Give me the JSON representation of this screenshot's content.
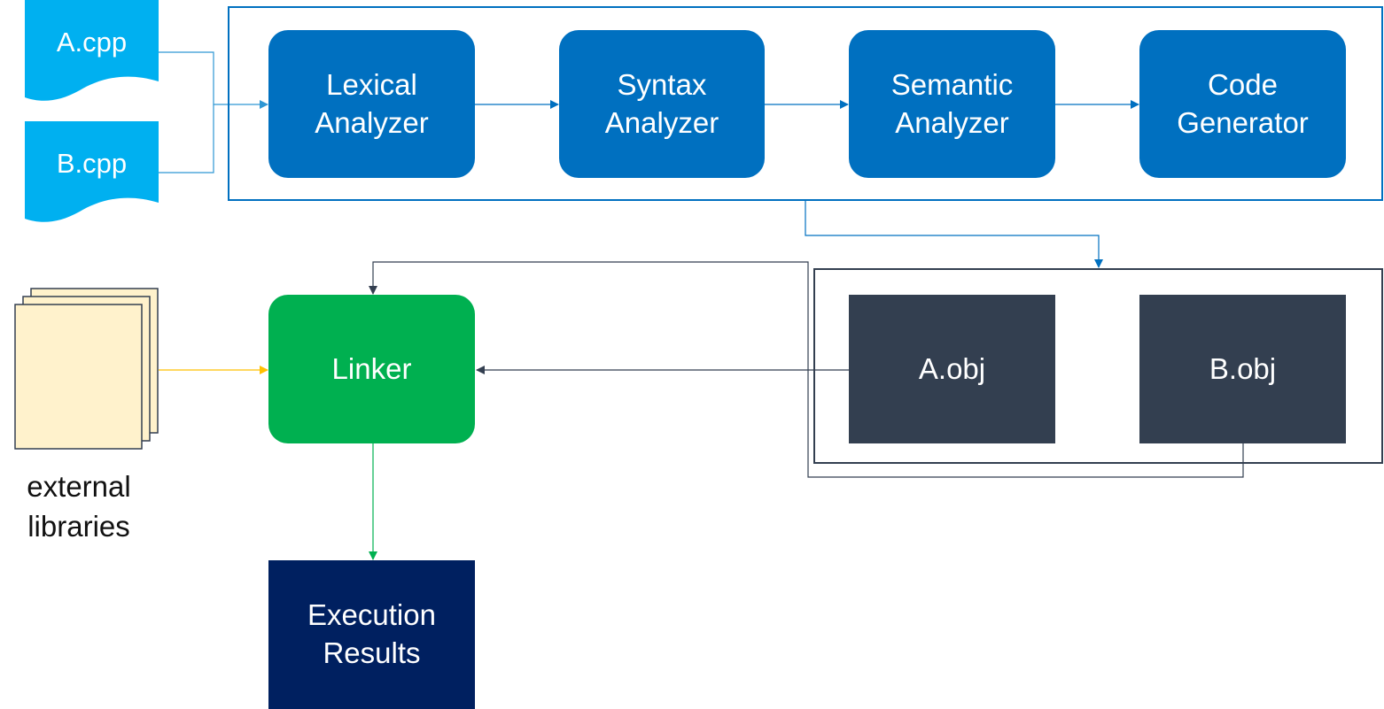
{
  "colors": {
    "source_doc": "#00b0f0",
    "compiler_stage": "#0070c0",
    "linker": "#00b050",
    "object_file": "#333f50",
    "execution_results": "#002060",
    "library_doc_fill": "#fff2cc",
    "compiler_frame": "#0070c0",
    "objects_frame": "#333f50",
    "arrow_yellow": "#ffc000"
  },
  "icons": {
    "source_files": "document-icon",
    "libraries": "stacked-documents-icon"
  },
  "source_files": [
    "A.cpp",
    "B.cpp"
  ],
  "compiler_stages": [
    "Lexical\nAnalyzer",
    "Syntax\nAnalyzer",
    "Semantic\nAnalyzer",
    "Code\nGenerator"
  ],
  "linker": "Linker",
  "object_files": [
    "A.obj",
    "B.obj"
  ],
  "libraries_label": "external\nlibraries",
  "execution_results": "Execution\nResults"
}
